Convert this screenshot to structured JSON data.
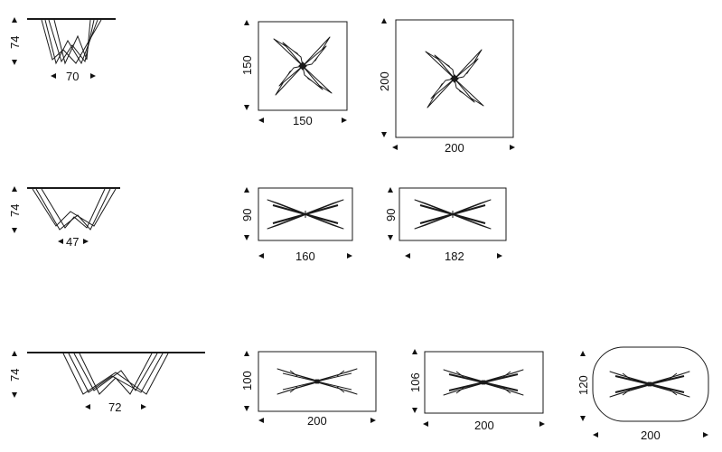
{
  "rows": [
    {
      "side_view": {
        "height": "74",
        "depth": "70"
      },
      "plans": [
        {
          "width": "150",
          "depth": "150",
          "shape": "square"
        },
        {
          "width": "200",
          "depth": "200",
          "shape": "square"
        }
      ]
    },
    {
      "side_view": {
        "height": "74",
        "depth": "47"
      },
      "plans": [
        {
          "width": "160",
          "depth": "90",
          "shape": "rectangle"
        },
        {
          "width": "182",
          "depth": "90",
          "shape": "rectangle"
        }
      ]
    },
    {
      "side_view": {
        "height": "74",
        "depth": "72"
      },
      "plans": [
        {
          "width": "200",
          "depth": "100",
          "shape": "rectangle"
        },
        {
          "width": "200",
          "depth": "106",
          "shape": "rectangle"
        },
        {
          "width": "200",
          "depth": "120",
          "shape": "rounded-rectangle"
        }
      ]
    }
  ]
}
